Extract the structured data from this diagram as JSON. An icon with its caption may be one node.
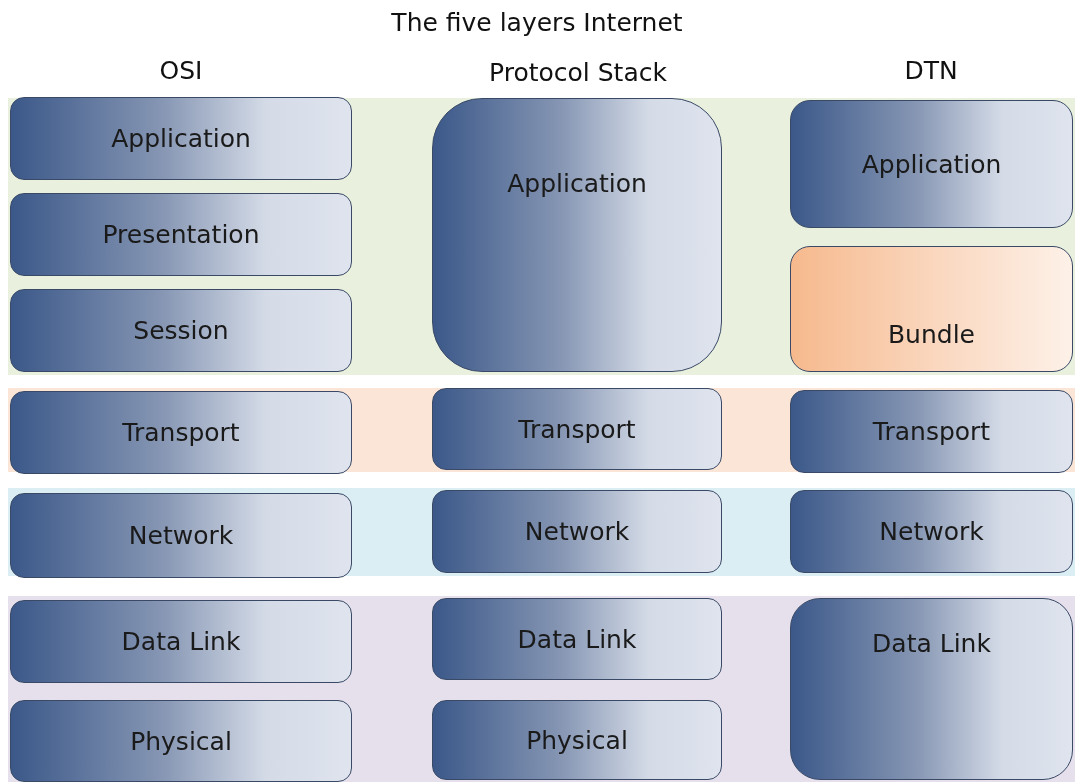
{
  "diagram": {
    "nodes": [
      {
        "text": [
          "Application"
        ]
      },
      {
        "text": [
          "Presentation"
        ]
      },
      {
        "text": [
          "Session"
        ]
      },
      {
        "text": [
          "Transport"
        ]
      },
      {
        "text": [
          "Network"
        ]
      },
      {
        "text": [
          "Data Link"
        ]
      },
      {
        "text": [
          "Physical"
        ]
      },
      {
        "text": [
          "Application"
        ]
      },
      {
        "text": [
          "Transport"
        ]
      },
      {
        "text": [
          "Network"
        ]
      },
      {
        "text": [
          "Data Link"
        ]
      },
      {
        "text": [
          "Physical"
        ]
      },
      {
        "text": [
          "Application"
        ]
      },
      {
        "text": [
          "Bundle"
        ]
      },
      {
        "text": [
          "Transport"
        ]
      },
      {
        "text": [
          "Network"
        ]
      },
      {
        "text": [
          "Data Link"
        ]
      }
    ],
    "edges": [],
    "labels": [
      "The five layers Internet",
      "OSI",
      "Protocol Stack",
      "DTN"
    ]
  }
}
